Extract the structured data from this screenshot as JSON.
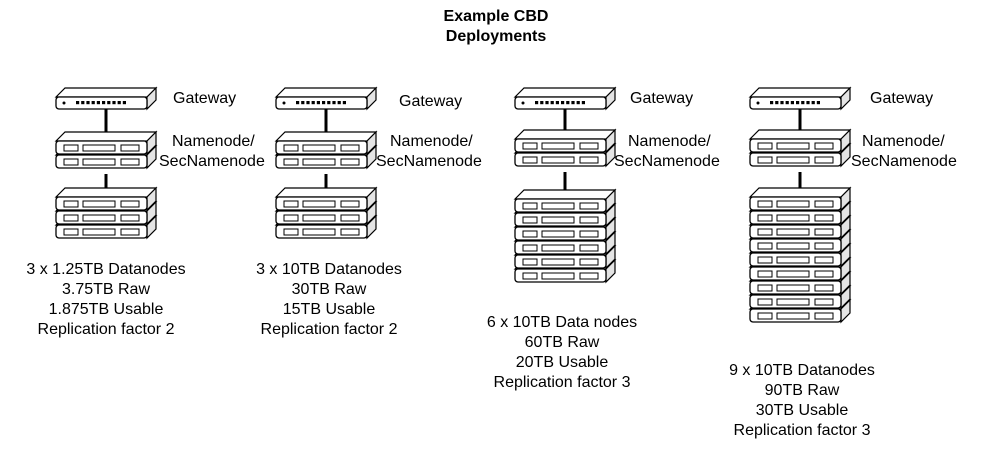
{
  "title": {
    "line1": "Example CBD",
    "line2": "Deployments"
  },
  "deployments": [
    {
      "gateway_label": "Gateway",
      "namenode_label_line1": "Namenode/",
      "namenode_label_line2": "SecNamenode",
      "datanode_count": 3,
      "caption": [
        "3 x 1.25TB Datanodes",
        "3.75TB Raw",
        "1.875TB Usable",
        "Replication factor 2"
      ]
    },
    {
      "gateway_label": "Gateway",
      "namenode_label_line1": "Namenode/",
      "namenode_label_line2": "SecNamenode",
      "datanode_count": 3,
      "caption": [
        "3 x 10TB Datanodes",
        "30TB Raw",
        "15TB Usable",
        "Replication factor 2"
      ]
    },
    {
      "gateway_label": "Gateway",
      "namenode_label_line1": "Namenode/",
      "namenode_label_line2": "SecNamenode",
      "datanode_count": 6,
      "caption": [
        "6 x 10TB Data nodes",
        "60TB Raw",
        "20TB Usable",
        "Replication factor 3"
      ]
    },
    {
      "gateway_label": "Gateway",
      "namenode_label_line1": "Namenode/",
      "namenode_label_line2": "SecNamenode",
      "datanode_count": 9,
      "caption": [
        "9 x 10TB Datanodes",
        "90TB Raw",
        "30TB Usable",
        "Replication factor 3"
      ]
    }
  ]
}
